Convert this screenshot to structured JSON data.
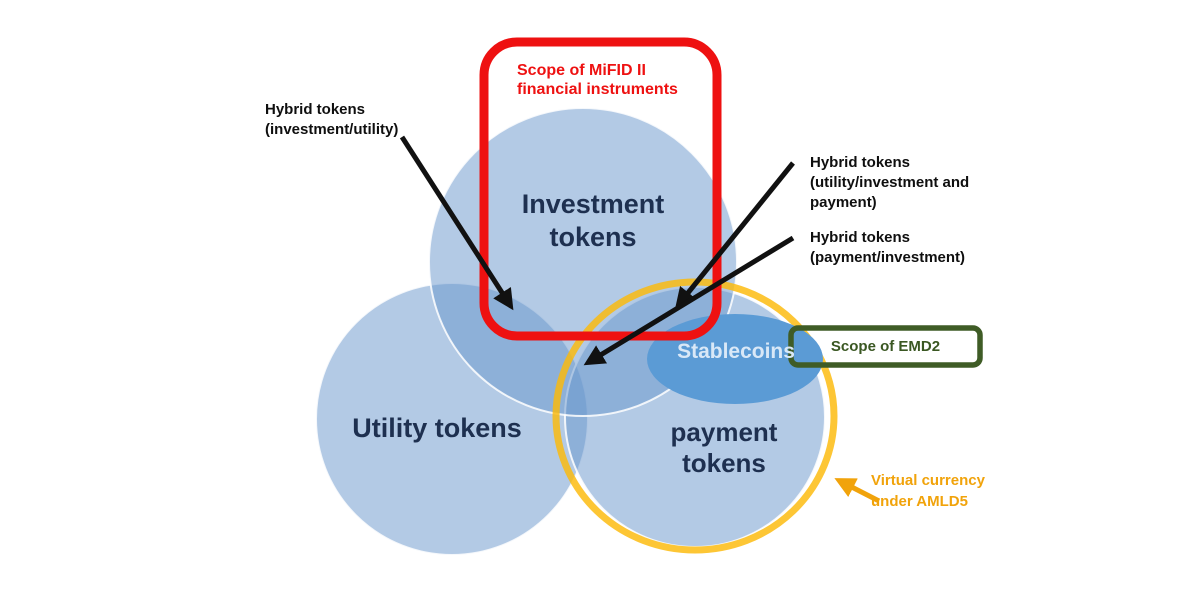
{
  "diagram": {
    "title_area": {
      "mifid_scope": "Scope of MiFID II\nfinancial instruments",
      "emd2_scope": "Scope of EMD2",
      "amld_scope": "Virtual currency\nunder AMLD5"
    },
    "circles": {
      "investment": "Investment\ntokens",
      "utility": "Utility tokens",
      "payment": "payment\ntokens",
      "stablecoins": "Stablecoins"
    },
    "annotations": {
      "hybrid_left": "Hybrid tokens\n(investment/utility)",
      "hybrid_right_top": "Hybrid tokens\n(utility/investment and\npayment)",
      "hybrid_right_bottom": "Hybrid tokens\n(payment/investment)"
    },
    "colors": {
      "circle_fill": "rgba(104,150,204,0.5)",
      "circle_edge": "rgba(255,255,255,0.85)",
      "stablecoin_blue": "#5b9bd5",
      "stablecoin_text": "#d9e8f7",
      "mifid_red": "#ee1111",
      "emd2_green": "#3f5c26",
      "amld_ring": "rgba(252,186,8,0.82)",
      "amld_text": "#f1a30b",
      "arrow_black": "#111111",
      "token_text": "#1e3050",
      "background": "#ffffff"
    }
  }
}
